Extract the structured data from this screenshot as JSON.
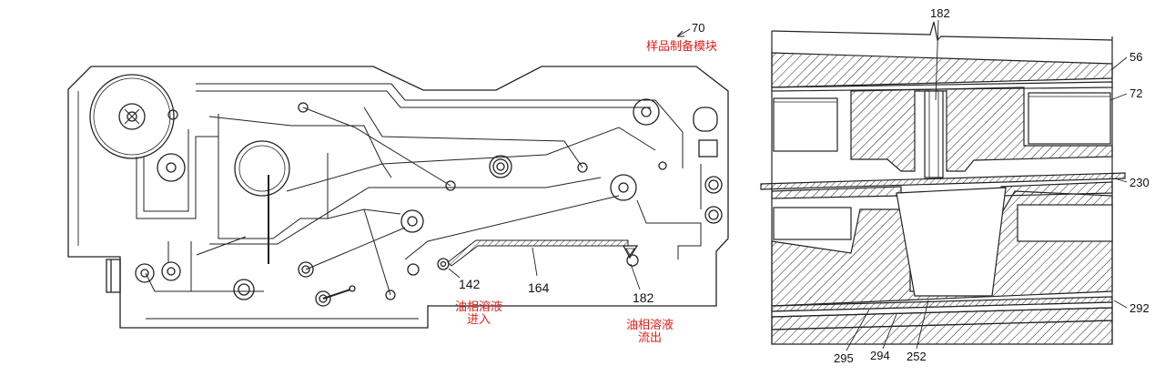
{
  "left_figure": {
    "module_number": "70",
    "module_label": "样品制备模块",
    "ref_142": "142",
    "ref_164": "164",
    "ref_182": "182",
    "inlet_line1": "油相溶液",
    "inlet_line2": "进入",
    "outlet_line1": "油相溶液",
    "outlet_line2": "流出"
  },
  "right_figure": {
    "ref_182": "182",
    "ref_56": "56",
    "ref_72": "72",
    "ref_230": "230",
    "ref_292": "292",
    "ref_295": "295",
    "ref_294": "294",
    "ref_252": "252"
  },
  "colors": {
    "annotation_red": "#e0201b",
    "line": "#222222"
  }
}
